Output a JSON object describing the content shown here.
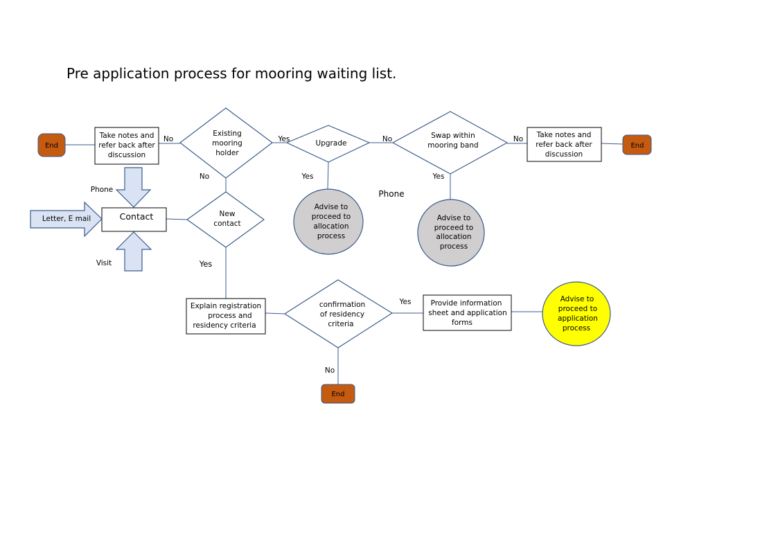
{
  "title": "Pre application process for mooring waiting list.",
  "nodes": {
    "end_left": "End",
    "take_notes_left": [
      "Take notes and",
      "refer back after",
      "discussion"
    ],
    "existing_mooring": [
      "Existing",
      "mooring",
      "holder"
    ],
    "upgrade": "Upgrade",
    "swap_band": [
      "Swap within",
      "mooring band"
    ],
    "take_notes_right": [
      "Take notes and",
      "refer back after",
      "discussion"
    ],
    "end_right": "End",
    "contact": "Contact",
    "new_contact": [
      "New",
      "contact"
    ],
    "advise_alloc_1": [
      "Advise to",
      "proceed to",
      "allocation",
      "process"
    ],
    "advise_alloc_2": [
      "Advise to",
      "proceed to",
      "allocation",
      "process"
    ],
    "explain_registration": [
      "Explain registration",
      "process and",
      "residency criteria"
    ],
    "confirm_residency": [
      "confirmation",
      "of residency",
      "criteria"
    ],
    "provide_info": [
      "Provide information",
      "sheet  and application",
      "forms"
    ],
    "advise_application": [
      "Advise to",
      "proceed to",
      "application",
      "process"
    ],
    "end_bottom": "End"
  },
  "channels": {
    "letter_email": "Letter, E mail",
    "phone_arrow": "Phone",
    "visit": "Visit",
    "phone_floating": "Phone"
  },
  "edge_labels": {
    "no_existing_left": "No",
    "yes_existing_upgrade": "Yes",
    "no_existing_down": "No",
    "no_upgrade_swap": "No",
    "yes_upgrade_down": "Yes",
    "no_swap_right": "No",
    "yes_swap_down": "Yes",
    "yes_new_contact": "Yes",
    "yes_confirm": "Yes",
    "no_confirm": "No"
  },
  "colors": {
    "end_fill": "#c55a11",
    "stroke": "#3a5b8c",
    "allocation_fill": "#d0cece",
    "application_fill": "#ffff00",
    "arrow_fill": "#dae3f3"
  }
}
